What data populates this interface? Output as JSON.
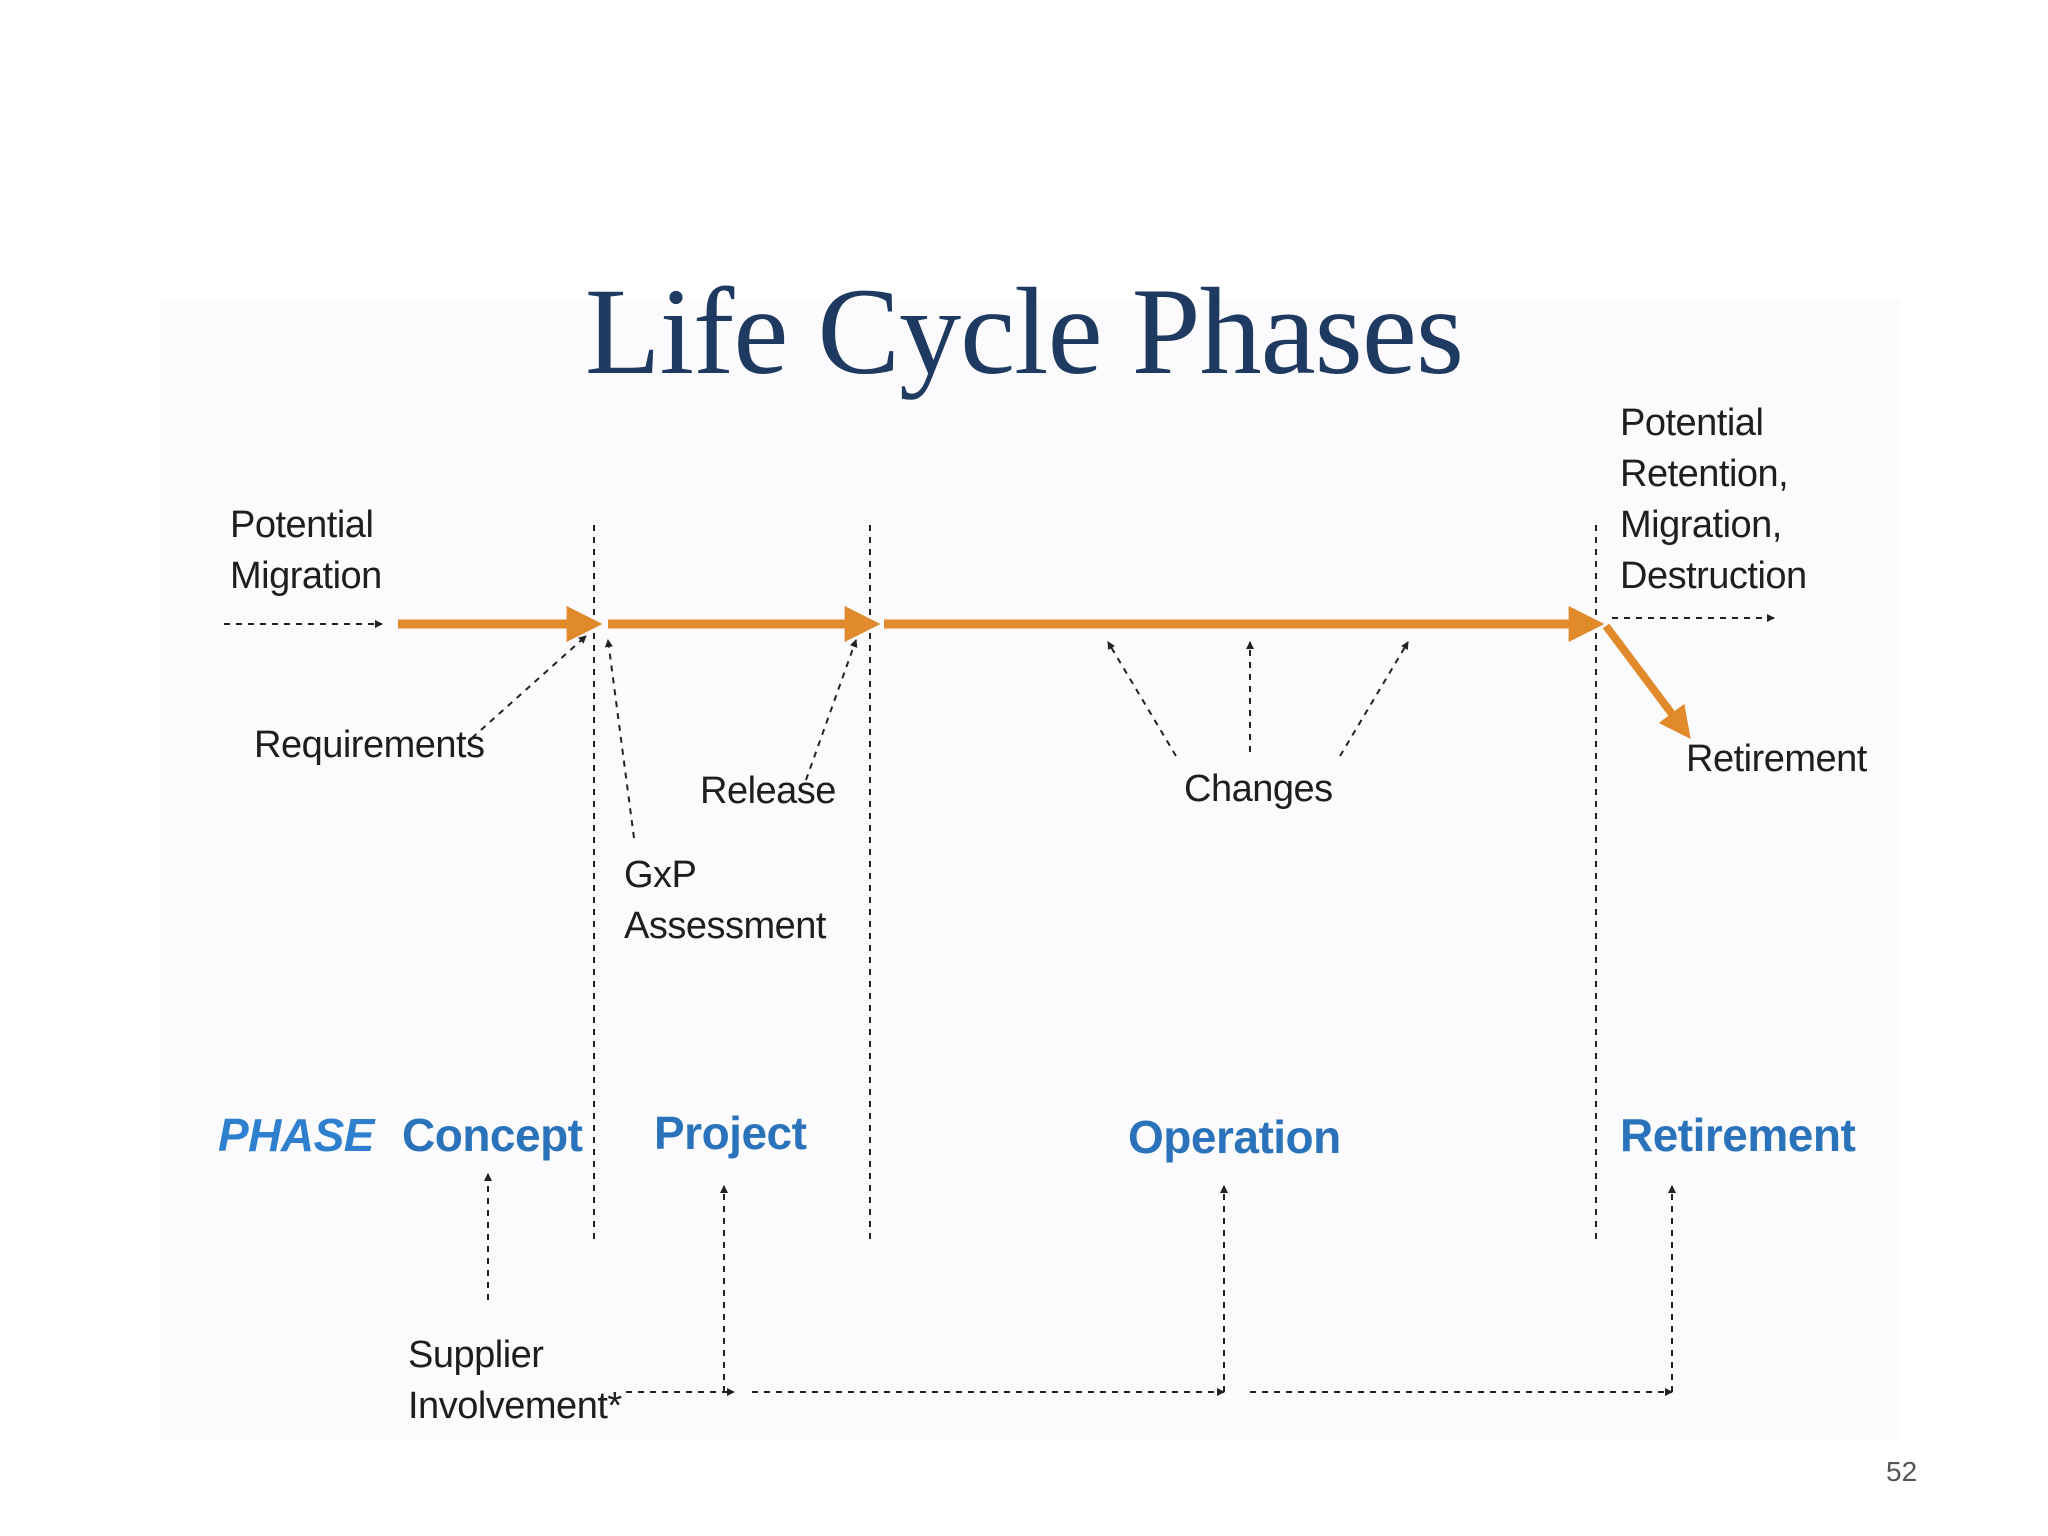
{
  "title": "Life Cycle Phases",
  "page_number": "52",
  "colors": {
    "title": "#1f3a60",
    "flow_arrow": "#e08a2c",
    "phase_label": "#2a73bb",
    "dotted_line": "#222222"
  },
  "annotations": {
    "potential_migration": [
      "Potential",
      "Migration"
    ],
    "end_of_life": [
      "Potential",
      "Retention,",
      "Migration,",
      "Destruction"
    ],
    "requirements": "Requirements",
    "gxp_assessment": [
      "GxP",
      "Assessment"
    ],
    "release": "Release",
    "changes": "Changes",
    "retirement_event": "Retirement",
    "supplier_involvement": [
      "Supplier",
      "Involvement*"
    ]
  },
  "phases": {
    "heading": "PHASE",
    "items": [
      "Concept",
      "Project",
      "Operation",
      "Retirement"
    ]
  }
}
